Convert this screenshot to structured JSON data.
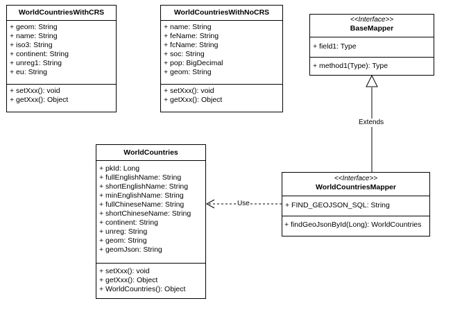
{
  "classes": {
    "with_crs": {
      "title": "WorldCountriesWithCRS",
      "fields": [
        "+ geom: String",
        "+ name: String",
        "+ iso3: String",
        "+ continent: String",
        "+ unreg1: String",
        "+ eu: String"
      ],
      "methods": [
        "+ setXxx(): void",
        "+ getXxx(): Object"
      ]
    },
    "no_crs": {
      "title": "WorldCountriesWithNoCRS",
      "fields": [
        "+ name: String",
        "+ feName: String",
        "+ fcName: String",
        "+ soc: String",
        "+ pop: BigDecimal",
        "+ geom: String"
      ],
      "methods": [
        "+ setXxx(): void",
        "+ getXxx(): Object"
      ]
    },
    "base_mapper": {
      "stereotype": "<<Interface>>",
      "title": "BaseMapper",
      "fields": [
        "+ field1: Type"
      ],
      "methods": [
        "+ method1(Type): Type"
      ]
    },
    "world_countries": {
      "title": "WorldCountries",
      "fields": [
        "+ pkId: Long",
        "+ fullEnglishName: String",
        "+ shortEnglishName: String",
        "+ minEnglishName: String",
        "+ fullChineseName: String",
        "+ shortChineseName: String",
        "+ continent: String",
        "+ unreg: String",
        "+ geom: String",
        "+ geomJson: String"
      ],
      "methods": [
        "+ setXxx(): void",
        "+ getXxx(): Object",
        "+ WorldCountries(): Object"
      ]
    },
    "mapper": {
      "stereotype": "<<Interface>>",
      "title": "WorldCountriesMapper",
      "fields": [
        "+ FIND_GEOJSON_SQL: String"
      ],
      "methods": [
        "+ findGeoJsonById(Long): WorldCountries"
      ]
    }
  },
  "relations": {
    "extends_label": "Extends",
    "use_label": "Use"
  }
}
